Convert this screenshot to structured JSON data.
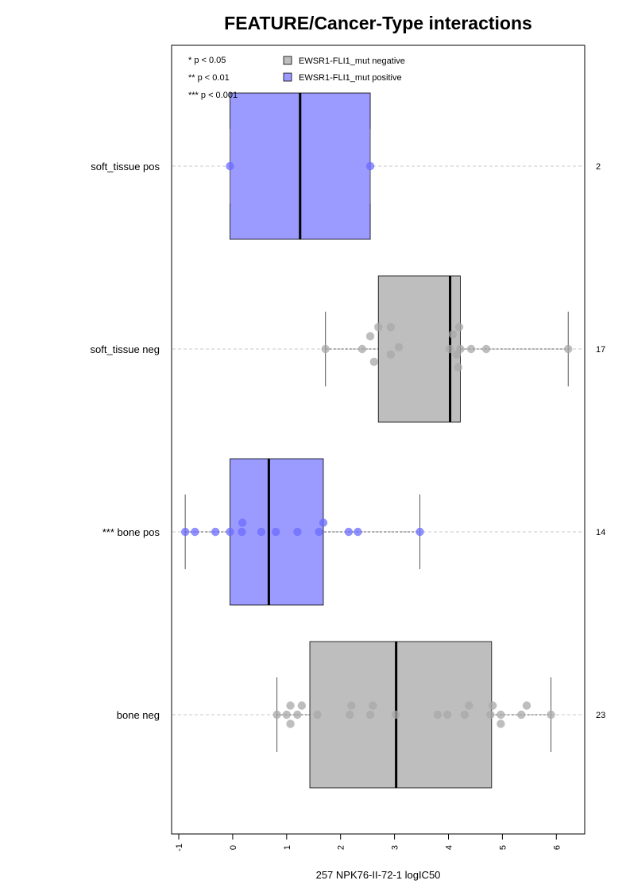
{
  "chart_data": {
    "type": "box",
    "title": "FEATURE/Cancer-Type interactions",
    "xlabel": "257 NPK76-II-72-1 logIC50",
    "xlim": [
      -1.1,
      6.5
    ],
    "xticks": [
      "-1",
      "0",
      "1",
      "2",
      "3",
      "4",
      "5",
      "6"
    ],
    "orientation": "horizontal",
    "grid": "dashed horizontal guide lines through each group",
    "significance_legend": [
      "* p < 0.05",
      "** p < 0.01",
      "*** p < 0.001"
    ],
    "legend": [
      {
        "label": "EWSR1-FLI1_mut negative",
        "color": "#bebebe"
      },
      {
        "label": "EWSR1-FLI1_mut positive",
        "color": "#9b9bff"
      }
    ],
    "groups": [
      {
        "label": "soft_tissue pos",
        "n": "2",
        "status": "positive",
        "box_color": "#9b9bff",
        "point_color": "#6b6bff",
        "whisker_low": -0.05,
        "q1": -0.05,
        "median": 1.25,
        "q3": 2.55,
        "whisker_high": 2.55,
        "points": [
          [
            -0.05,
            0
          ],
          [
            2.55,
            0
          ]
        ]
      },
      {
        "label": "soft_tissue neg",
        "n": "17",
        "status": "negative",
        "box_color": "#bebebe",
        "point_color": "#a8a8a8",
        "whisker_low": 1.72,
        "q1": 2.7,
        "median": 4.03,
        "q3": 4.22,
        "whisker_high": 6.22,
        "points": [
          [
            1.72,
            0
          ],
          [
            2.4,
            0
          ],
          [
            2.55,
            0.07
          ],
          [
            2.62,
            -0.07
          ],
          [
            2.7,
            0.12
          ],
          [
            2.93,
            0.12
          ],
          [
            2.93,
            -0.03
          ],
          [
            3.08,
            0.01
          ],
          [
            4.02,
            0.0
          ],
          [
            4.08,
            0.08
          ],
          [
            4.15,
            -0.03
          ],
          [
            4.2,
            0.12
          ],
          [
            4.22,
            0.0
          ],
          [
            4.18,
            -0.1
          ],
          [
            4.42,
            0.0
          ],
          [
            4.7,
            0.0
          ],
          [
            6.22,
            0.0
          ]
        ]
      },
      {
        "label": "*** bone pos",
        "n": "14",
        "status": "positive",
        "box_color": "#9b9bff",
        "point_color": "#6b6bff",
        "whisker_low": -0.88,
        "q1": -0.05,
        "median": 0.67,
        "q3": 1.68,
        "whisker_high": 3.47,
        "points": [
          [
            -0.88,
            0
          ],
          [
            -0.7,
            0
          ],
          [
            -0.32,
            0
          ],
          [
            -0.05,
            0
          ],
          [
            0.18,
            0.05
          ],
          [
            0.17,
            0
          ],
          [
            0.53,
            0
          ],
          [
            0.8,
            0
          ],
          [
            1.2,
            0
          ],
          [
            1.6,
            0
          ],
          [
            1.68,
            0.05
          ],
          [
            2.15,
            0
          ],
          [
            2.32,
            0
          ],
          [
            3.47,
            0
          ]
        ]
      },
      {
        "label": "bone neg",
        "n": "23",
        "status": "negative",
        "box_color": "#bebebe",
        "point_color": "#a8a8a8",
        "whisker_low": 0.82,
        "q1": 1.43,
        "median": 3.03,
        "q3": 4.8,
        "whisker_high": 5.9,
        "points": [
          [
            0.82,
            0
          ],
          [
            1.0,
            0
          ],
          [
            1.07,
            0.05
          ],
          [
            1.07,
            -0.05
          ],
          [
            1.2,
            0
          ],
          [
            1.28,
            0.05
          ],
          [
            1.57,
            0
          ],
          [
            2.17,
            0
          ],
          [
            2.2,
            0.05
          ],
          [
            2.55,
            0
          ],
          [
            2.6,
            0.05
          ],
          [
            3.02,
            0
          ],
          [
            3.8,
            0
          ],
          [
            3.98,
            0
          ],
          [
            4.3,
            0
          ],
          [
            4.38,
            0.05
          ],
          [
            4.78,
            0
          ],
          [
            4.82,
            0.05
          ],
          [
            4.97,
            0
          ],
          [
            4.97,
            -0.05
          ],
          [
            5.35,
            0
          ],
          [
            5.45,
            0.05
          ],
          [
            5.9,
            0
          ]
        ]
      }
    ]
  }
}
